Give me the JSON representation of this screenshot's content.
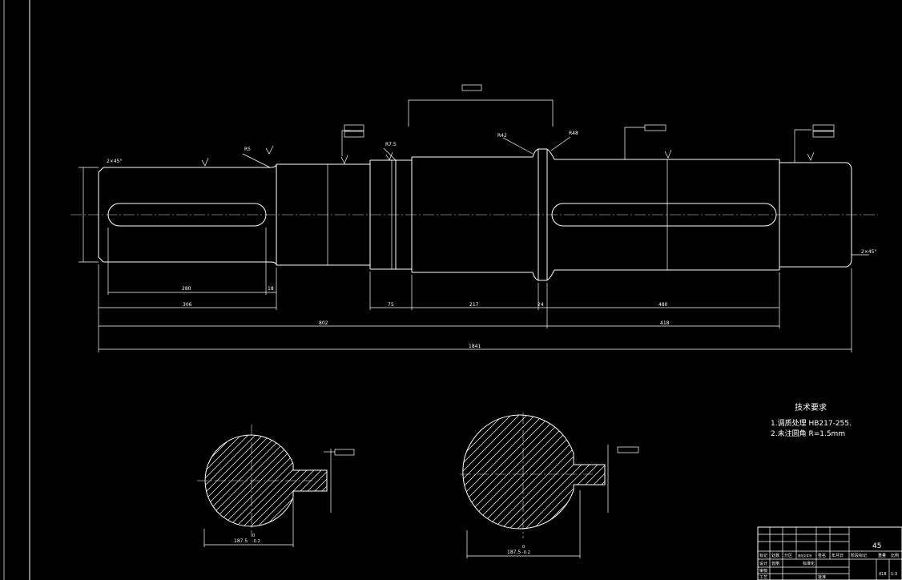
{
  "dimensions": {
    "chamfer_left": "2×45°",
    "keyway_left_length": "280",
    "keyway_left_offset": "18",
    "left_segment": "306",
    "collar_width": "75",
    "mid_segment": "217",
    "shoulder_width": "24",
    "right_segment": "480",
    "left_total": "802",
    "right_total": "418",
    "overall_length": "1841",
    "chamfer_right": "2×45°"
  },
  "radii": {
    "r5": "R5",
    "r7_5": "R7.5",
    "r42": "R42",
    "r48": "R48"
  },
  "tech_requirements": {
    "title": "技术要求",
    "line1": "1.调质处理 HB217-255.",
    "line2": "2.未注圆角 R=1.5mm"
  },
  "sections": {
    "left_width": "187.5",
    "right_width": "187.5",
    "tol_upper": "0",
    "tol_lower": "-0.2"
  },
  "title_block": {
    "material": "45",
    "row1": [
      "标记",
      "处数",
      "分区",
      "更改文件号",
      "签名",
      "年月日"
    ],
    "row2": [
      "设计",
      "曾丽",
      "",
      "标准化",
      "",
      "阶段标记",
      "重量",
      "比例"
    ],
    "row3": [
      "审核"
    ],
    "row4": [
      "工艺",
      "",
      "",
      "批准"
    ],
    "scale": "1:3",
    "weight": "418"
  },
  "colors": {
    "background": "#000000",
    "line": "#ffffff"
  }
}
